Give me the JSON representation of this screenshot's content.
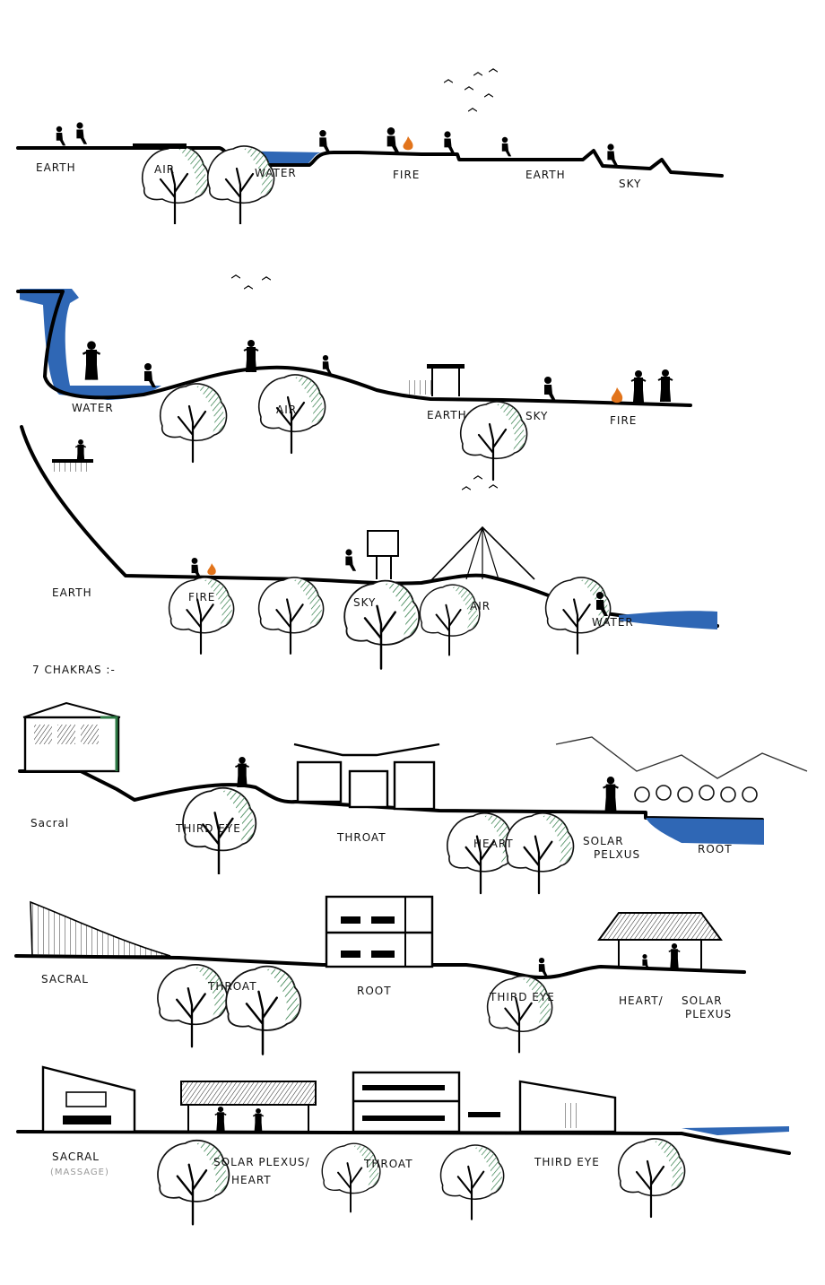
{
  "sections": [
    {
      "labels": [
        "EARTH",
        "AIR",
        "WATER",
        "FIRE",
        "EARTH",
        "SKY"
      ]
    },
    {
      "labels": [
        "WATER",
        "AIR",
        "EARTH",
        "SKY",
        "FIRE"
      ]
    },
    {
      "labels": [
        "EARTH",
        "FIRE",
        "SKY",
        "AIR",
        "WATER"
      ]
    },
    {
      "heading": "7 CHAKRAS :-",
      "labels": [
        "Sacral",
        "THIRD EYE",
        "THROAT",
        "HEART",
        "SOLAR",
        "PELXUS",
        "ROOT"
      ]
    },
    {
      "labels": [
        "SACRAL",
        "THROAT",
        "ROOT",
        "THIRD EYE",
        "HEART/",
        "SOLAR",
        "PLEXUS"
      ]
    },
    {
      "labels": [
        "SACRAL",
        "(MASSAGE)",
        "SOLAR PLEXUS/",
        "HEART",
        "THROAT",
        "THIRD EYE"
      ]
    }
  ],
  "colors": {
    "ink": "#000000",
    "water": "#2f67b5",
    "foliage_green": "#3f8f4f",
    "fire": "#e2741b"
  }
}
